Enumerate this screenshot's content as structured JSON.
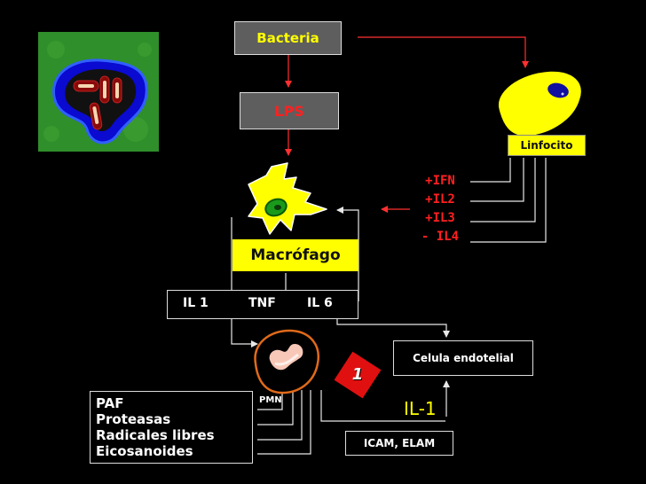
{
  "colors": {
    "box_gray": "#5e5e5e",
    "yellow": "#ffff00",
    "red": "#ff2020",
    "dark_red": "#e01010",
    "line_red": "#ff3030",
    "line_white": "#e8e8e8",
    "blue": "#1818a8",
    "orange": "#e06a1a",
    "green": "#2a8a2a"
  },
  "nodes": {
    "bacteria": "Bacteria",
    "lps": "LPS",
    "linfocito": "Linfocito",
    "macrofago": "Macrófago",
    "il1": "IL 1",
    "tnf": "TNF",
    "il6": "IL 6",
    "celula_endotelial": "Celula endotelial",
    "pmn": "PMN",
    "il1_label": "IL-1",
    "icam_elam": "ICAM, ELAM",
    "badge": "1"
  },
  "interleukins": [
    "+IFN",
    "+IL2",
    "+IL3",
    "- IL4"
  ],
  "pmn_products": [
    "PAF",
    "Proteasas",
    "Radicales libres",
    "Eicosanoides"
  ],
  "icons": {
    "micrograph": "bacteria-micrograph-icon",
    "lymphocyte": "lymphocyte-cell-icon",
    "macrophage": "macrophage-cell-icon",
    "neutrophil": "neutrophil-cell-icon"
  }
}
